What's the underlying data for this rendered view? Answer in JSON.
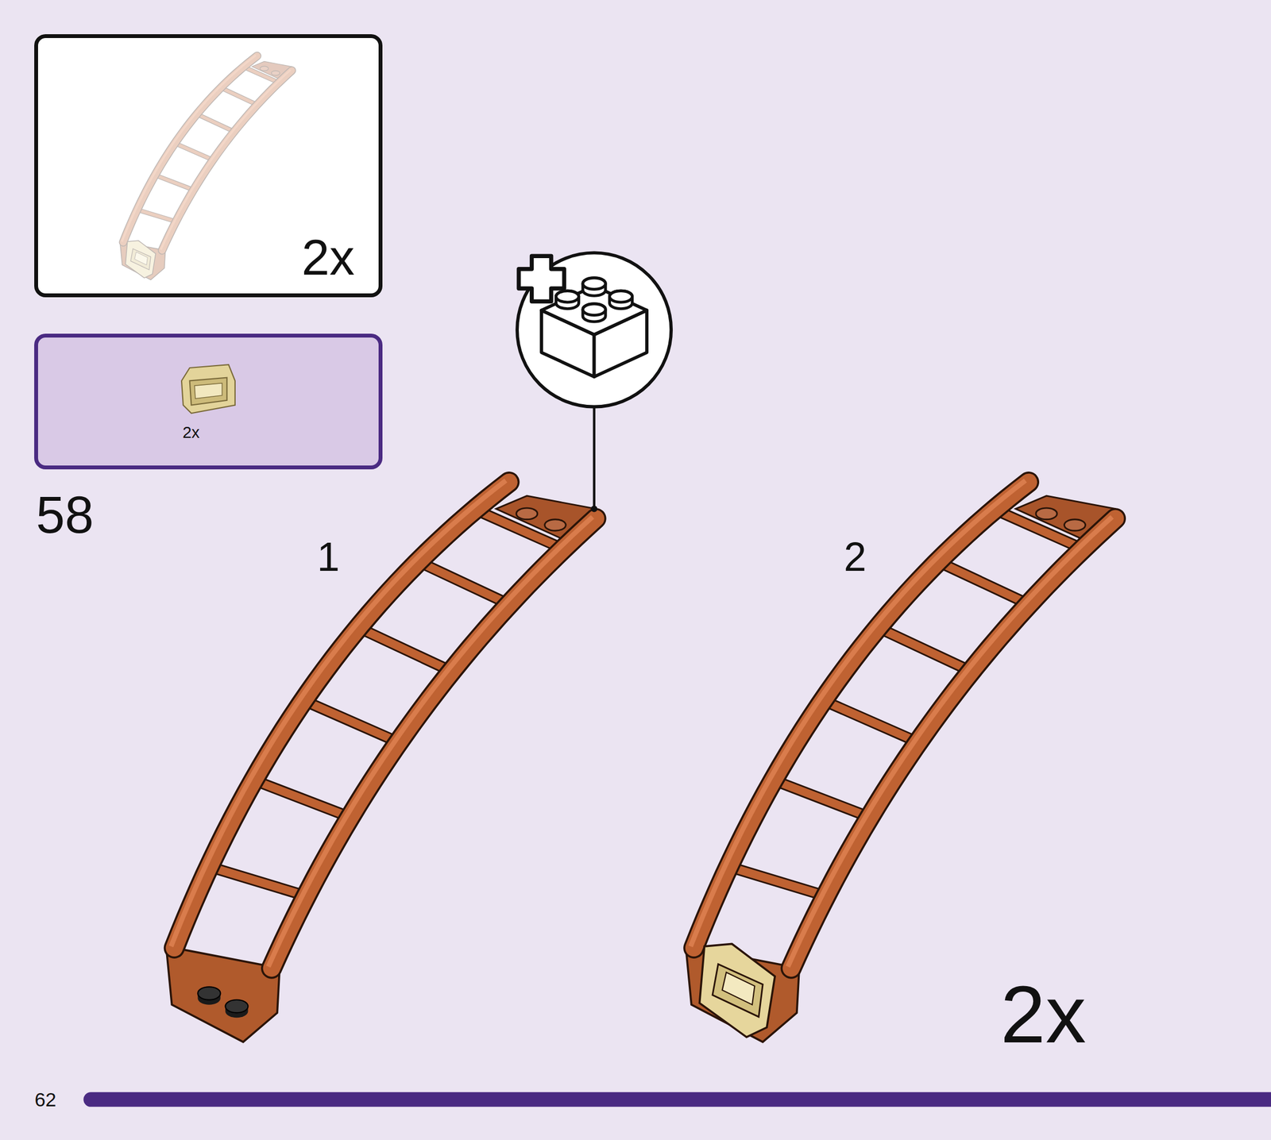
{
  "diagram": {
    "nodes": [
      {
        "text": [
          "2x"
        ]
      },
      {
        "text": [
          "2x"
        ]
      }
    ],
    "labels": [
      "58",
      "1",
      "2",
      "2x",
      "62"
    ]
  }
}
